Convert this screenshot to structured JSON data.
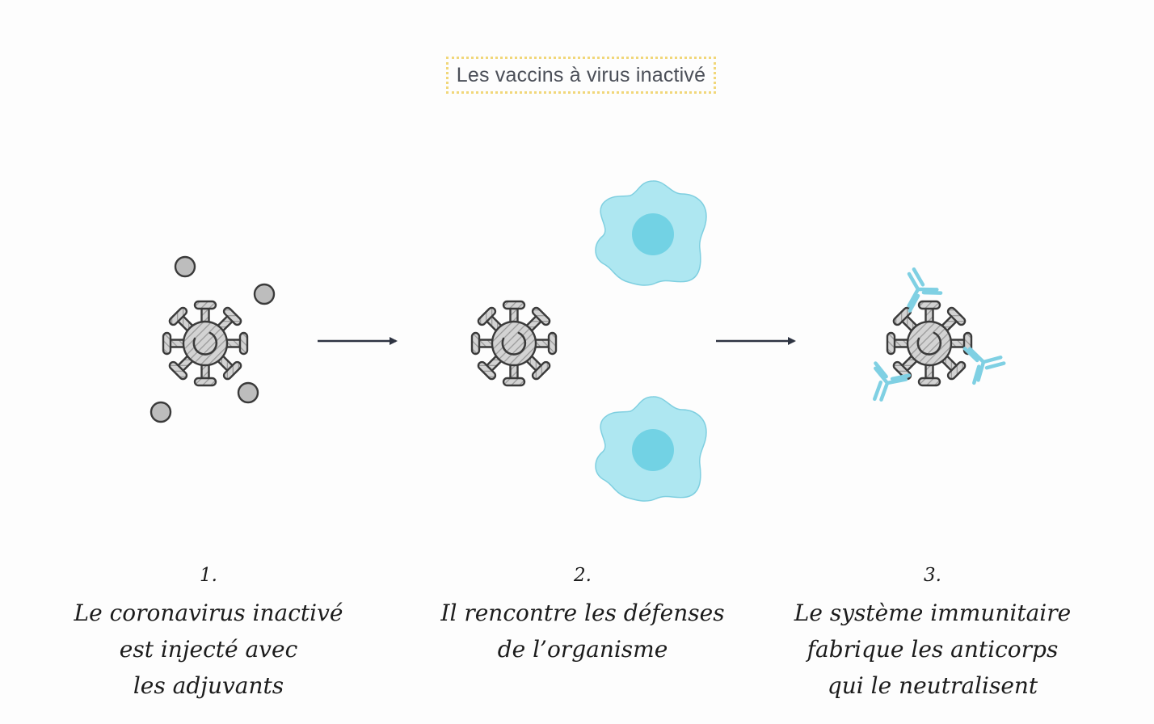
{
  "title": "Les vaccins à virus inactivé",
  "steps": [
    {
      "number": "1.",
      "lines": [
        "Le coronavirus inactivé",
        "est injecté avec",
        "les adjuvants"
      ]
    },
    {
      "number": "2.",
      "lines": [
        "Il rencontre les défenses",
        "de l’organisme"
      ]
    },
    {
      "number": "3.",
      "lines": [
        "Le système immunitaire",
        "fabrique les anticorps",
        "qui le neutralisent"
      ]
    }
  ],
  "colors": {
    "title_border": "#f1d77a",
    "virus_fill": "#c9c9c9",
    "virus_stroke": "#3a3a3a",
    "adjuvant_fill": "#bdbdbd",
    "cell_body": "#aee7f1",
    "cell_nucleus": "#72d2e4",
    "antibody": "#7fd0e3",
    "arrow": "#2e3442"
  },
  "icons": [
    "virus-icon",
    "adjuvant-icon",
    "immune-cell-icon",
    "antibody-icon",
    "arrow-icon"
  ]
}
